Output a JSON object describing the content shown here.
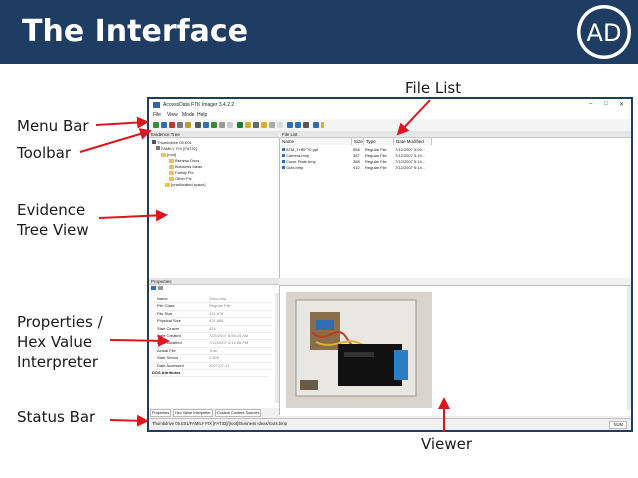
{
  "slide": {
    "title": "The Interface",
    "logo_letters": "AD"
  },
  "callouts": {
    "menu_bar": "Menu Bar",
    "toolbar": "Toolbar",
    "evidence_tree": [
      "Evidence",
      "Tree View"
    ],
    "properties": [
      "Properties /",
      "Hex Value",
      "Interpreter"
    ],
    "status_bar": "Status Bar",
    "file_list": "File List",
    "viewer": "Viewer"
  },
  "colors": {
    "header_bg": "#1f3d63",
    "arrow": "#e0141e",
    "window_border": "#1f3d63"
  },
  "app": {
    "window_title": "AccessData FTK Imager 3.4.2.2",
    "window_controls": [
      "–",
      "□",
      "✕"
    ],
    "menu": [
      "File",
      "View",
      "Mode",
      "Help"
    ],
    "evidence_tree_header": "Evidence Tree",
    "file_list_header": "File List",
    "tree_nodes": [
      "Thumbdrive 05.E01",
      "FAMILY FIX [FAT32]",
      "[root]",
      "Bsiness Docs",
      "Business Ideas",
      "Family Pix",
      "Other Pix",
      "[unallocated space]"
    ],
    "file_columns": [
      "Name",
      "Size",
      "Type",
      "Date Modified"
    ],
    "files": [
      {
        "name": "ATM_THEFT0.ppt",
        "size": "558",
        "type": "Regular File",
        "date": "7/12/2007 5:09..."
      },
      {
        "name": "Camera.bmp",
        "size": "387",
        "type": "Regular File",
        "date": "7/12/2007 5:19..."
      },
      {
        "name": "Cover Plate.bmp",
        "size": "388",
        "type": "Regular File",
        "date": "7/12/2007 5:14..."
      },
      {
        "name": "Guts.bmp",
        "size": "412",
        "type": "Regular File",
        "date": "7/12/2007 5:14..."
      }
    ],
    "properties_header": "Properties",
    "properties": [
      {
        "name": "Name",
        "value": "Guts.bmp"
      },
      {
        "name": "File Class",
        "value": "Regular File"
      },
      {
        "name": "File Size",
        "value": "421,878"
      },
      {
        "name": "Physical Size",
        "value": "421,888"
      },
      {
        "name": "Start Cluster",
        "value": "424"
      },
      {
        "name": "Date Created",
        "value": "7/24/2007 8:58:24 AM"
      },
      {
        "name": "Date Modified",
        "value": "7/12/2007 5:14:56 PM"
      },
      {
        "name": "Actual File",
        "value": "True"
      },
      {
        "name": "Start Sector",
        "value": "2,826"
      },
      {
        "name": "Date Accessed",
        "value": "2007-07-24"
      }
    ],
    "properties_footer": "DOS Attributes",
    "tabs": [
      "Properties",
      "Hex Value Interpreter",
      "Custom Content Sources"
    ],
    "status_text": "Thumbdrive 05.E01/FAMILY FIX [FAT32]/[root]/Business Ideas/Guts.bmp",
    "status_right": "NUM"
  }
}
